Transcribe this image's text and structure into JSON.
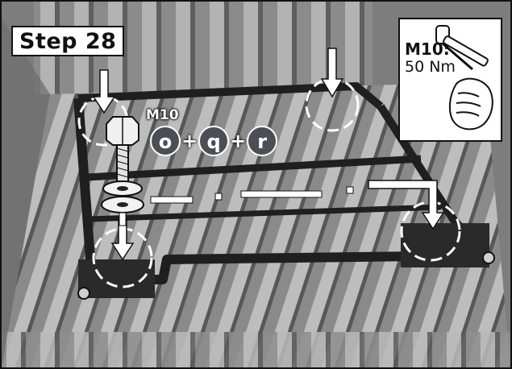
{
  "step": {
    "label": "Step 28"
  },
  "torque": {
    "bolt": "M10:",
    "value": "50 Nm"
  },
  "fastener": {
    "bolt_size": "M10"
  },
  "parts": [
    {
      "id": "o",
      "label": "o"
    },
    {
      "id": "q",
      "label": "q"
    },
    {
      "id": "r",
      "label": "r"
    }
  ],
  "part_separator": "+",
  "colors": {
    "part_badge": "#4a4f55",
    "frame": "#111111",
    "arrow": "#ffffff"
  },
  "icons": [
    "down-arrow-icon",
    "hex-bolt-icon",
    "washer-icon",
    "torque-wrench-icon",
    "hand-icon"
  ]
}
